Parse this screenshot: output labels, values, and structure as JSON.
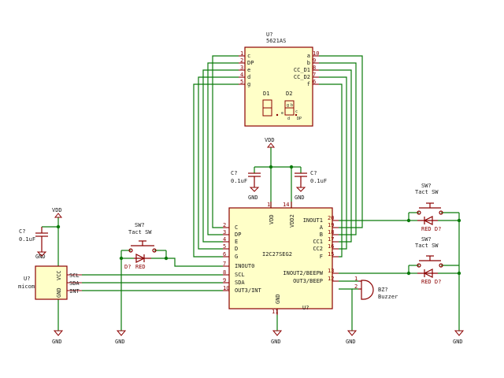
{
  "display": {
    "ref": "U?",
    "part": "5621AS",
    "pins_left": [
      [
        "c",
        "1"
      ],
      [
        "DP",
        "2"
      ],
      [
        "e",
        "3"
      ],
      [
        "d",
        "4"
      ],
      [
        "g",
        "5"
      ]
    ],
    "pins_right": [
      [
        "a",
        "10"
      ],
      [
        "b",
        "9"
      ],
      [
        "CC_D1",
        "8"
      ],
      [
        "CC_D2",
        "7"
      ],
      [
        "f",
        "6"
      ]
    ],
    "d1": "D1",
    "d2": "D2",
    "dp": "DP",
    "seg_g": "g",
    "seg_b": "b",
    "seg_c": "c",
    "seg_e": "e",
    "seg_d": "d"
  },
  "driver": {
    "ref": "U?",
    "part": "I2C27SEG2",
    "pins_left": [
      [
        "C",
        "2"
      ],
      [
        "DP",
        "3"
      ],
      [
        "E",
        "4"
      ],
      [
        "D",
        "5"
      ],
      [
        "G",
        "6"
      ],
      [
        "INOUT0",
        "7"
      ],
      [
        "SCL",
        "8"
      ],
      [
        "SDA",
        "9"
      ],
      [
        "OUT3/INT",
        "10"
      ]
    ],
    "pins_right": [
      [
        "INOUT1",
        "20"
      ],
      [
        "A",
        "19"
      ],
      [
        "B",
        "18"
      ],
      [
        "CC1",
        "17"
      ],
      [
        "CC2",
        "16"
      ],
      [
        "F",
        "15"
      ],
      [
        "INOUT2/BEEPW",
        "13"
      ],
      [
        "OUT3/BEEP",
        "12"
      ]
    ],
    "vdd": "VDD",
    "vdd2": "VDD2",
    "vdd_pin": "1",
    "vdd2_pin": "14",
    "gnd": "GND",
    "gnd_pin": "11"
  },
  "mcu": {
    "ref": "U?",
    "part": "micom",
    "vcc": "VCC",
    "gnd": "GND",
    "pins": [
      "SCL",
      "SDA",
      "INT"
    ]
  },
  "caps": {
    "c_ref": "C?",
    "c_val": "0.1uF"
  },
  "power": {
    "vdd": "VDD",
    "gnd": "GND"
  },
  "switches": {
    "ref": "SW?",
    "val": "Tact SW",
    "led_ref": "D?",
    "led_val": "RED",
    "led_right_val": "RED D?"
  },
  "buzzer": {
    "ref": "BZ?",
    "val": "Buzzer",
    "p1": "1",
    "p2": "2"
  }
}
